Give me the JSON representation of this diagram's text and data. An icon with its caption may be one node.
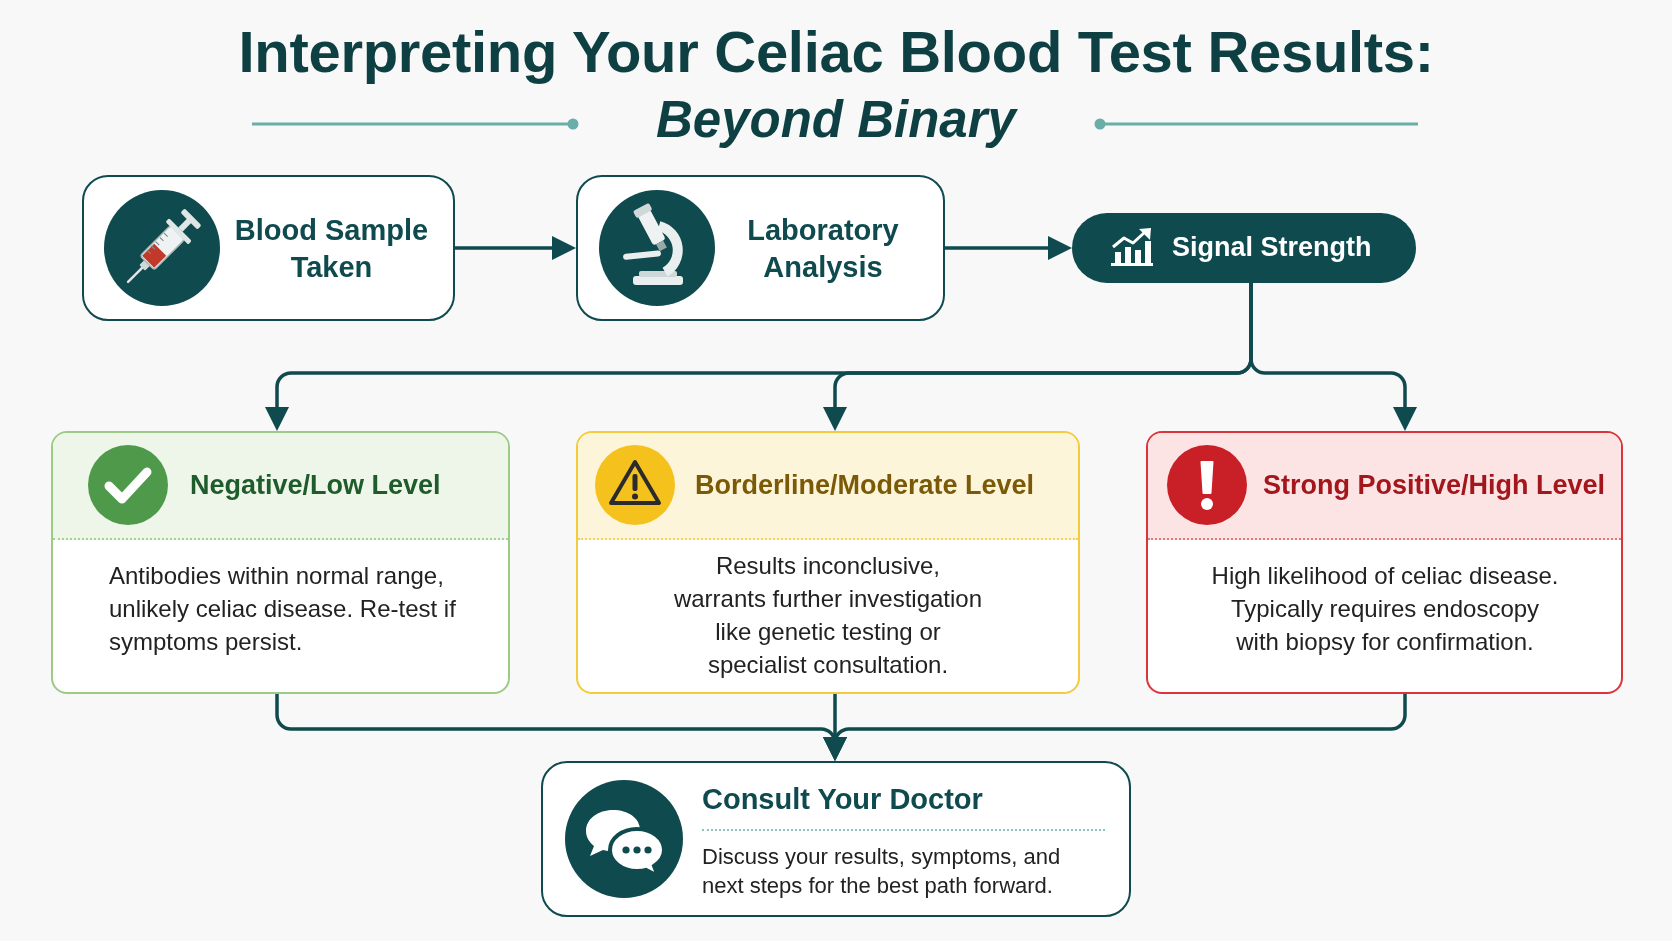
{
  "diagram": {
    "title": "Interpreting Your Celiac Blood Test Results:",
    "nodes": [
      {
        "text": [
          "Blood Sample Taken"
        ]
      },
      {
        "text": [
          "Laboratory Analysis"
        ]
      },
      {
        "text": [
          "Signal Strength"
        ]
      },
      {
        "text": [
          "Negative/Low Level",
          "Antibodies within normal range, unlikely celiac disease. Re-test if symptoms persist."
        ]
      },
      {
        "text": [
          "Borderline/Moderate Level",
          "Results inconclusive, warrants further investigation like genetic testing or specialist consultation."
        ]
      },
      {
        "text": [
          "Strong Positive/High Level",
          "High likelihood of celiac disease. Typically requires endoscopy with biopsy for confirmation."
        ]
      },
      {
        "text": [
          "Consult Your Doctor",
          "Discuss your results, symptoms, and next steps for the best path forward."
        ]
      }
    ],
    "edges": [
      {
        "from": 0,
        "to": 1,
        "arrow": "to"
      },
      {
        "from": 1,
        "to": 2,
        "arrow": "to"
      },
      {
        "from": 2,
        "to": 3,
        "arrow": "to"
      },
      {
        "from": 2,
        "to": 4,
        "arrow": "to"
      },
      {
        "from": 2,
        "to": 5,
        "arrow": "to"
      },
      {
        "from": 3,
        "to": 6,
        "arrow": "to"
      },
      {
        "from": 4,
        "to": 6,
        "arrow": "to"
      },
      {
        "from": 5,
        "to": 6,
        "arrow": "to"
      }
    ],
    "labels": [
      "Beyond Binary"
    ]
  }
}
